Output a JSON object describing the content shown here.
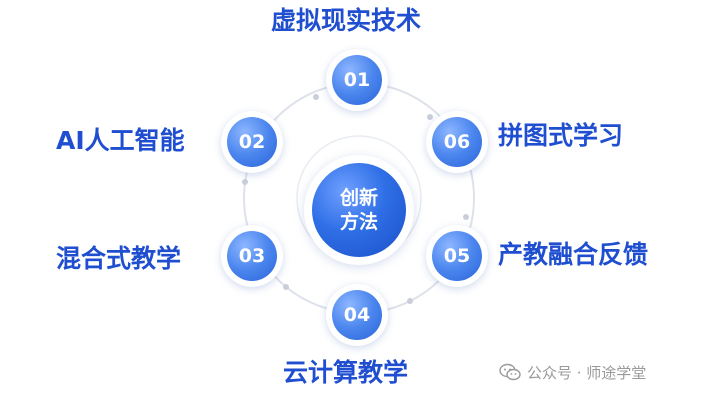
{
  "center": {
    "line1": "创新",
    "line2": "方法"
  },
  "nodes": [
    {
      "num": "01",
      "label": "虚拟现实技术"
    },
    {
      "num": "06",
      "label": "拼图式学习"
    },
    {
      "num": "05",
      "label": "产教融合反馈"
    },
    {
      "num": "04",
      "label": "云计算教学"
    },
    {
      "num": "03",
      "label": "混合式教学"
    },
    {
      "num": "02",
      "label": "AI人工智能"
    }
  ],
  "watermark": {
    "text": "公众号 · 师途学堂",
    "icon": "wechat-icon"
  },
  "colors": {
    "label": "#1f4fd0",
    "node": "#4b86ee",
    "ring": "#d6dbe6"
  }
}
